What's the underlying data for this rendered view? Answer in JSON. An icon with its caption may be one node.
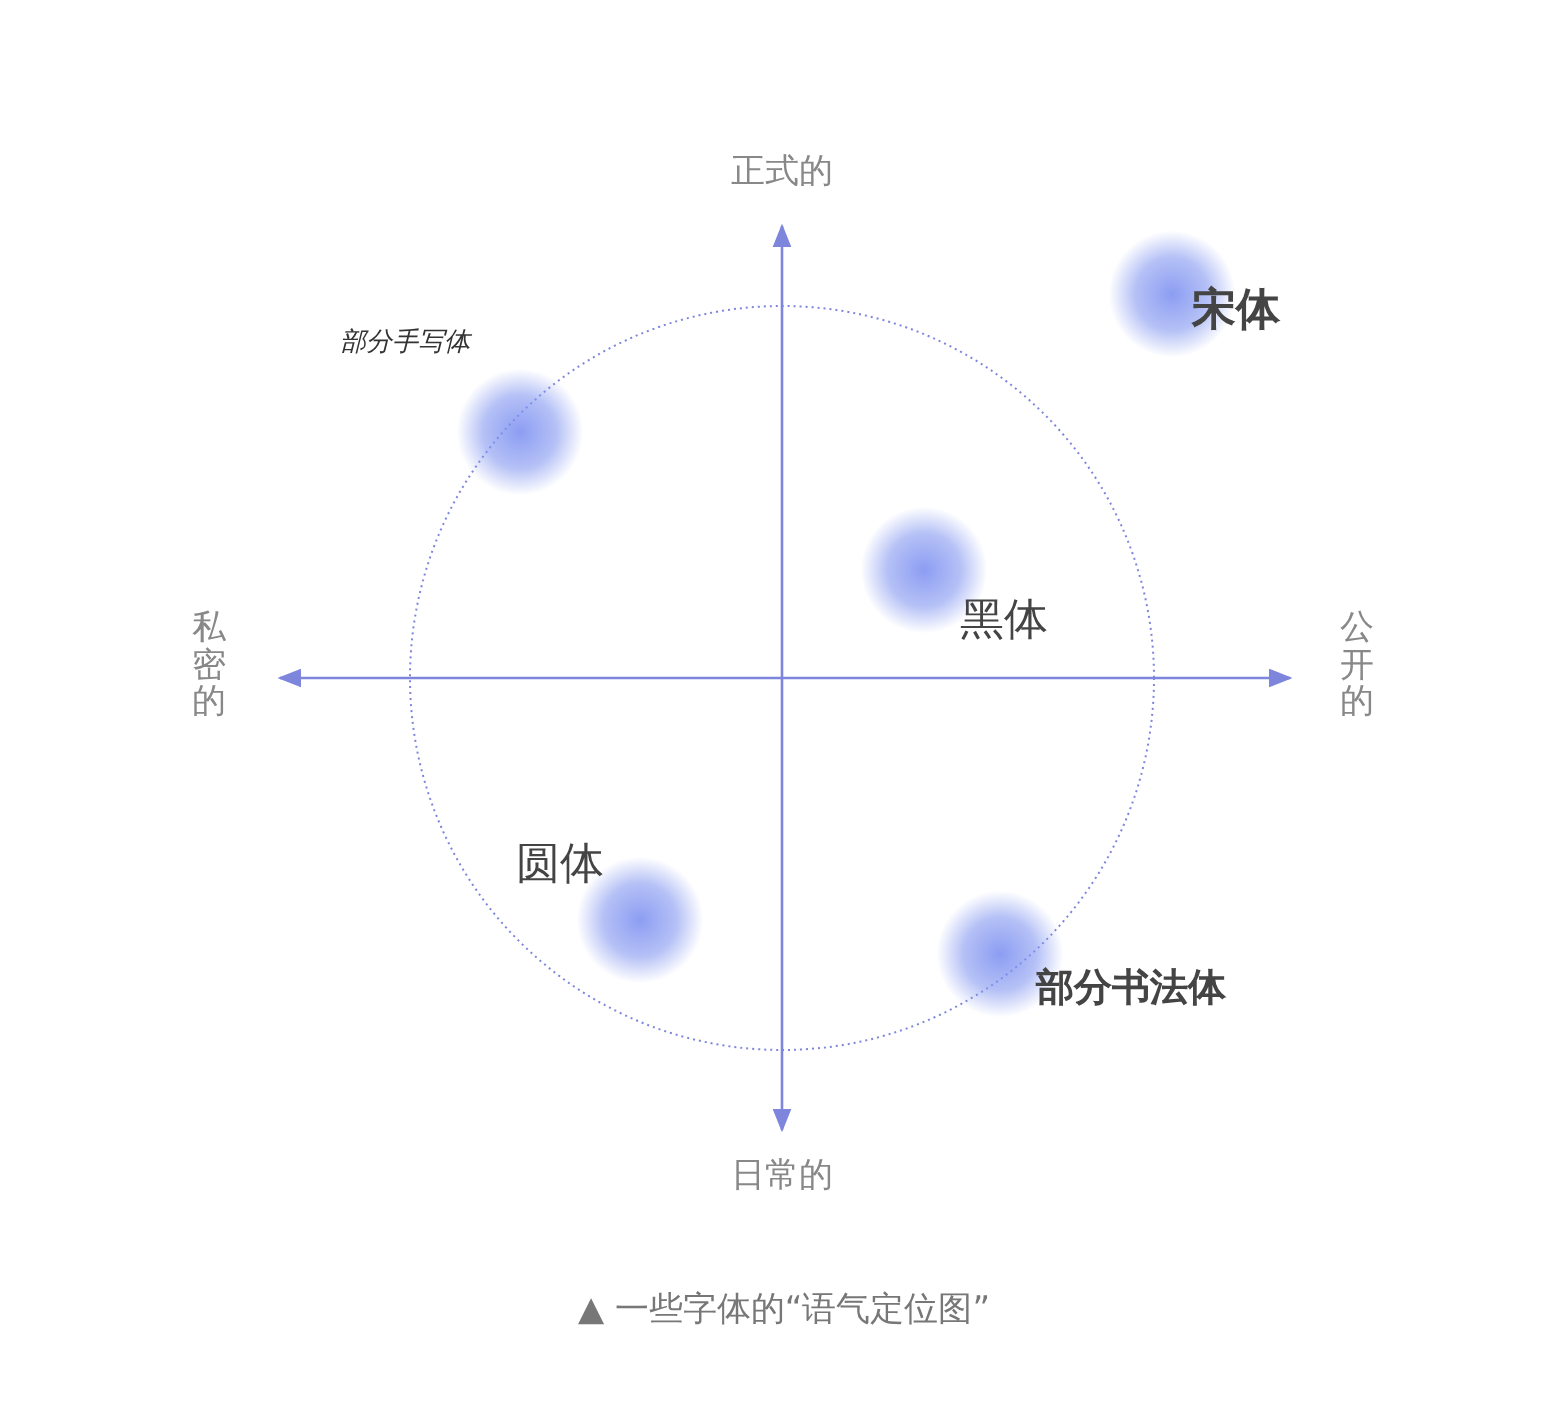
{
  "diagram": {
    "caption": "▲ 一些字体的“语气定位图”",
    "nodes": [
      {
        "text": [
          "宋体"
        ]
      },
      {
        "text": [
          "部分手写体"
        ]
      },
      {
        "text": [
          "黑体"
        ]
      },
      {
        "text": [
          "圆体"
        ]
      },
      {
        "text": [
          "部分书法体"
        ]
      }
    ],
    "labels": [
      "正式的",
      "私密的",
      "公开的",
      "日常的"
    ]
  }
}
